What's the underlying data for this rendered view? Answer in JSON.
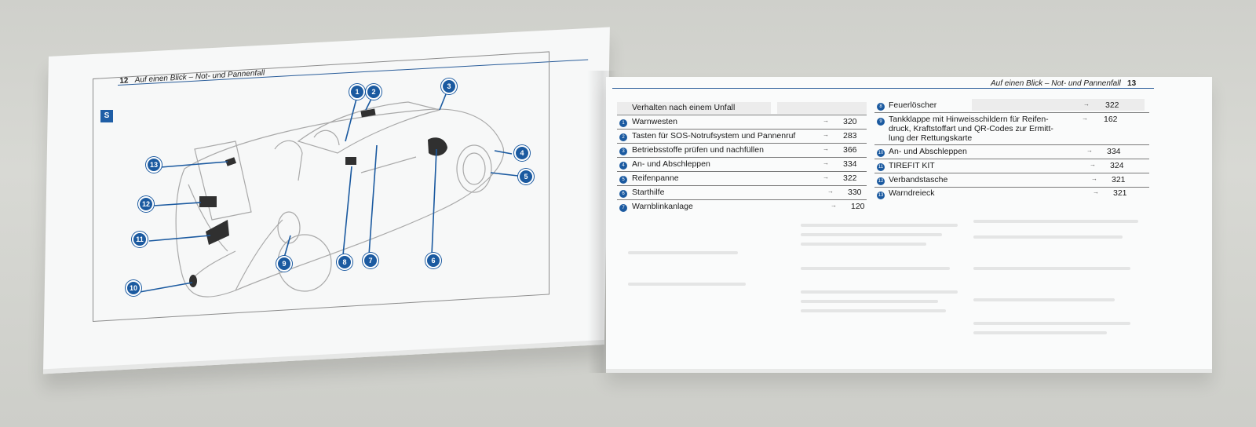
{
  "left_page": {
    "page_number": "12",
    "running_head": "Auf einen Blick – Not- und Pannenfall",
    "callouts": [
      "1",
      "2",
      "3",
      "4",
      "5",
      "6",
      "7",
      "8",
      "9",
      "10",
      "11",
      "12",
      "13"
    ]
  },
  "right_page": {
    "page_number": "13",
    "running_head": "Auf einen Blick – Not- und Pannenfall",
    "table_heading": "Verhalten nach einem Unfall",
    "left_column": [
      {
        "num": "1",
        "label": "Warnwesten",
        "page": "320"
      },
      {
        "num": "2",
        "label": "Tasten für SOS-Notrufsystem und Pannenruf",
        "page": "283"
      },
      {
        "num": "3",
        "label": "Betriebsstoffe prüfen und nachfüllen",
        "page": "366"
      },
      {
        "num": "4",
        "label": "An- und Abschleppen",
        "page": "334"
      },
      {
        "num": "5",
        "label": "Reifenpanne",
        "page": "322"
      },
      {
        "num": "6",
        "label": "Starthilfe",
        "page": "330"
      },
      {
        "num": "7",
        "label": "Warnblinkanlage",
        "page": "120"
      }
    ],
    "right_column": [
      {
        "num": "8",
        "label": "Feuerlöscher",
        "page": "322"
      },
      {
        "num": "9",
        "label": "Tankklappe mit Hinweisschildern für Reifen-",
        "label2": "druck, Kraftstoffart und QR-Codes zur Ermitt-",
        "label3": "lung der Rettungskarte",
        "page": "162"
      },
      {
        "num": "10",
        "label": "An- und Abschleppen",
        "page": "334"
      },
      {
        "num": "11",
        "label": "TIREFIT KIT",
        "page": "324"
      },
      {
        "num": "12",
        "label": "Verbandstasche",
        "page": "321"
      },
      {
        "num": "13",
        "label": "Warndreieck",
        "page": "321"
      }
    ],
    "arrow_glyph": "→"
  },
  "colors": {
    "accent_blue": "#1b5aa0",
    "page_white": "#f8f9f9",
    "background": "#d4d5d0"
  }
}
